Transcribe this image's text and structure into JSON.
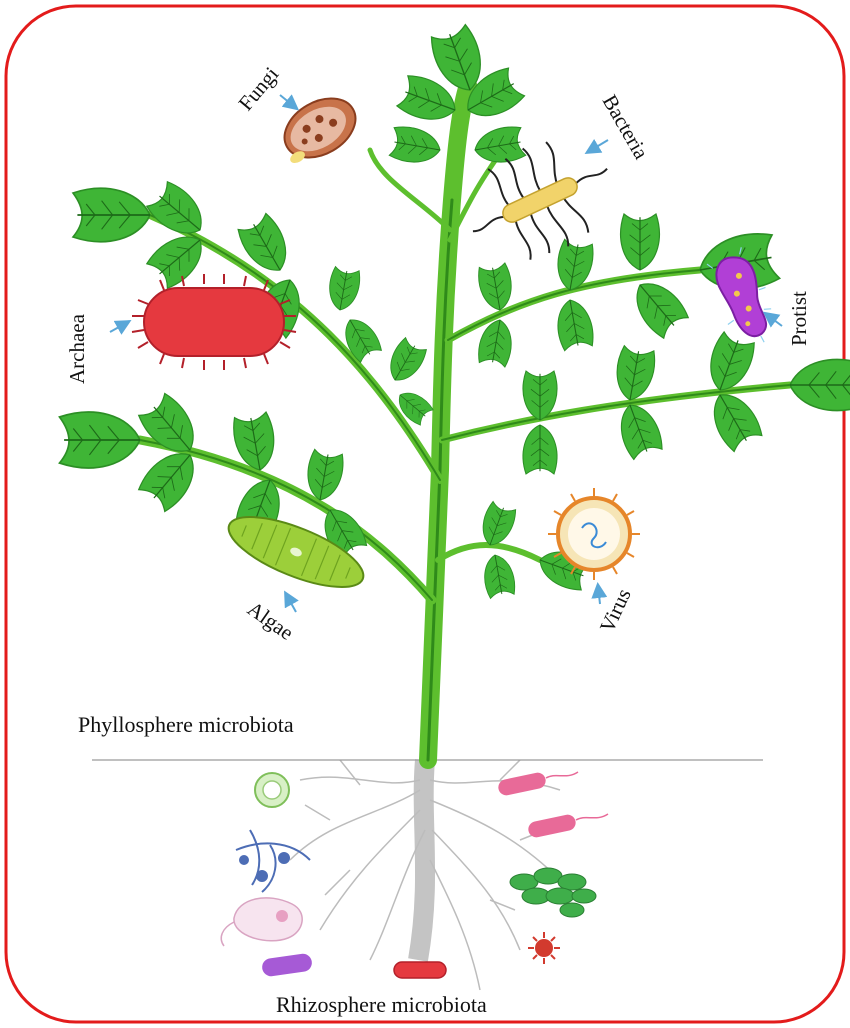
{
  "frame": {
    "border_color": "#e31b1b",
    "divider_color": "#9a9a9a"
  },
  "colors": {
    "stem": "#5dbf2e",
    "stem_dark": "#2f8a1a",
    "leaf": "#3fb536",
    "leaf_vein": "#1d6a18",
    "root": "#bcbcbc",
    "arrow": "#5aa7d8"
  },
  "labels": {
    "fungi": "Fungi",
    "bacteria": "Bacteria",
    "archaea": "Archaea",
    "protist": "Protist",
    "algae": "Algae",
    "virus": "Virus"
  },
  "regions": {
    "phyllosphere": "Phyllosphere  microbiota",
    "rhizosphere": "Rhizosphere microbiota"
  },
  "icons": {
    "fungi": "fungal-spore-icon",
    "bacteria": "flagellated-bacterium-icon",
    "archaea": "archaeon-icon",
    "protist": "protist-icon",
    "algae": "diatom-icon",
    "virus": "virus-particle-icon",
    "soil_microbes": [
      "soil-cell-icon",
      "hyphae-icon",
      "protozoan-icon",
      "purple-bacterium-icon",
      "pink-bacterium-icon",
      "pink-bacterium-icon",
      "green-cell-cluster-icon",
      "red-virus-icon",
      "red-archaeon-icon"
    ]
  }
}
